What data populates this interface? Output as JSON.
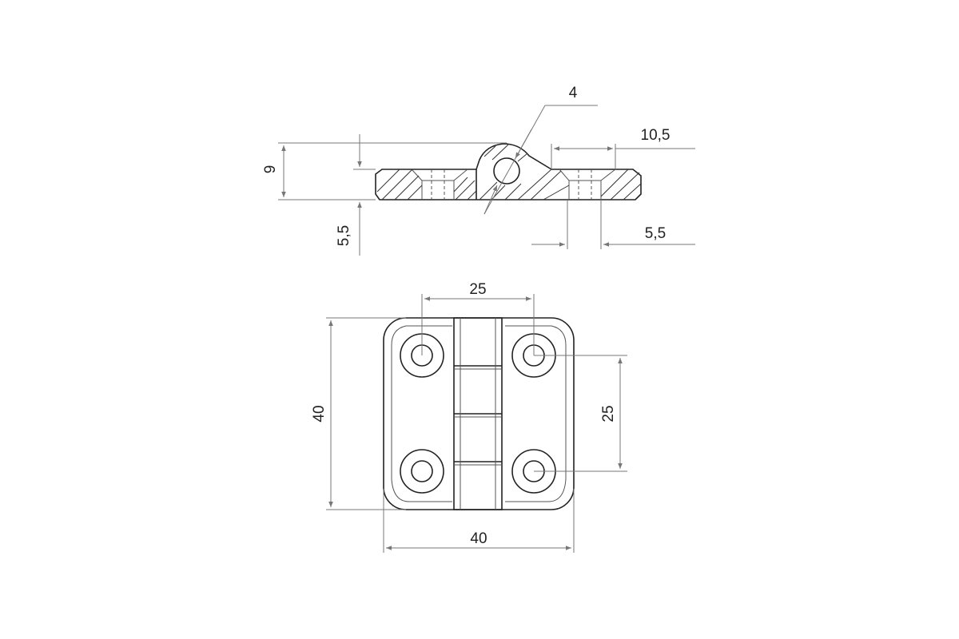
{
  "drawing": {
    "side_view": {
      "dimensions": {
        "pin_diameter": "4",
        "total_height": "9",
        "leaf_thickness": "5,5",
        "countersink_diameter": "10,5",
        "hole_diameter": "5,5"
      }
    },
    "top_view": {
      "dimensions": {
        "hole_spacing_horizontal": "25",
        "hole_spacing_vertical": "25",
        "height": "40",
        "width": "40"
      }
    },
    "colors": {
      "line": "#222222",
      "dimension": "#777777"
    }
  }
}
